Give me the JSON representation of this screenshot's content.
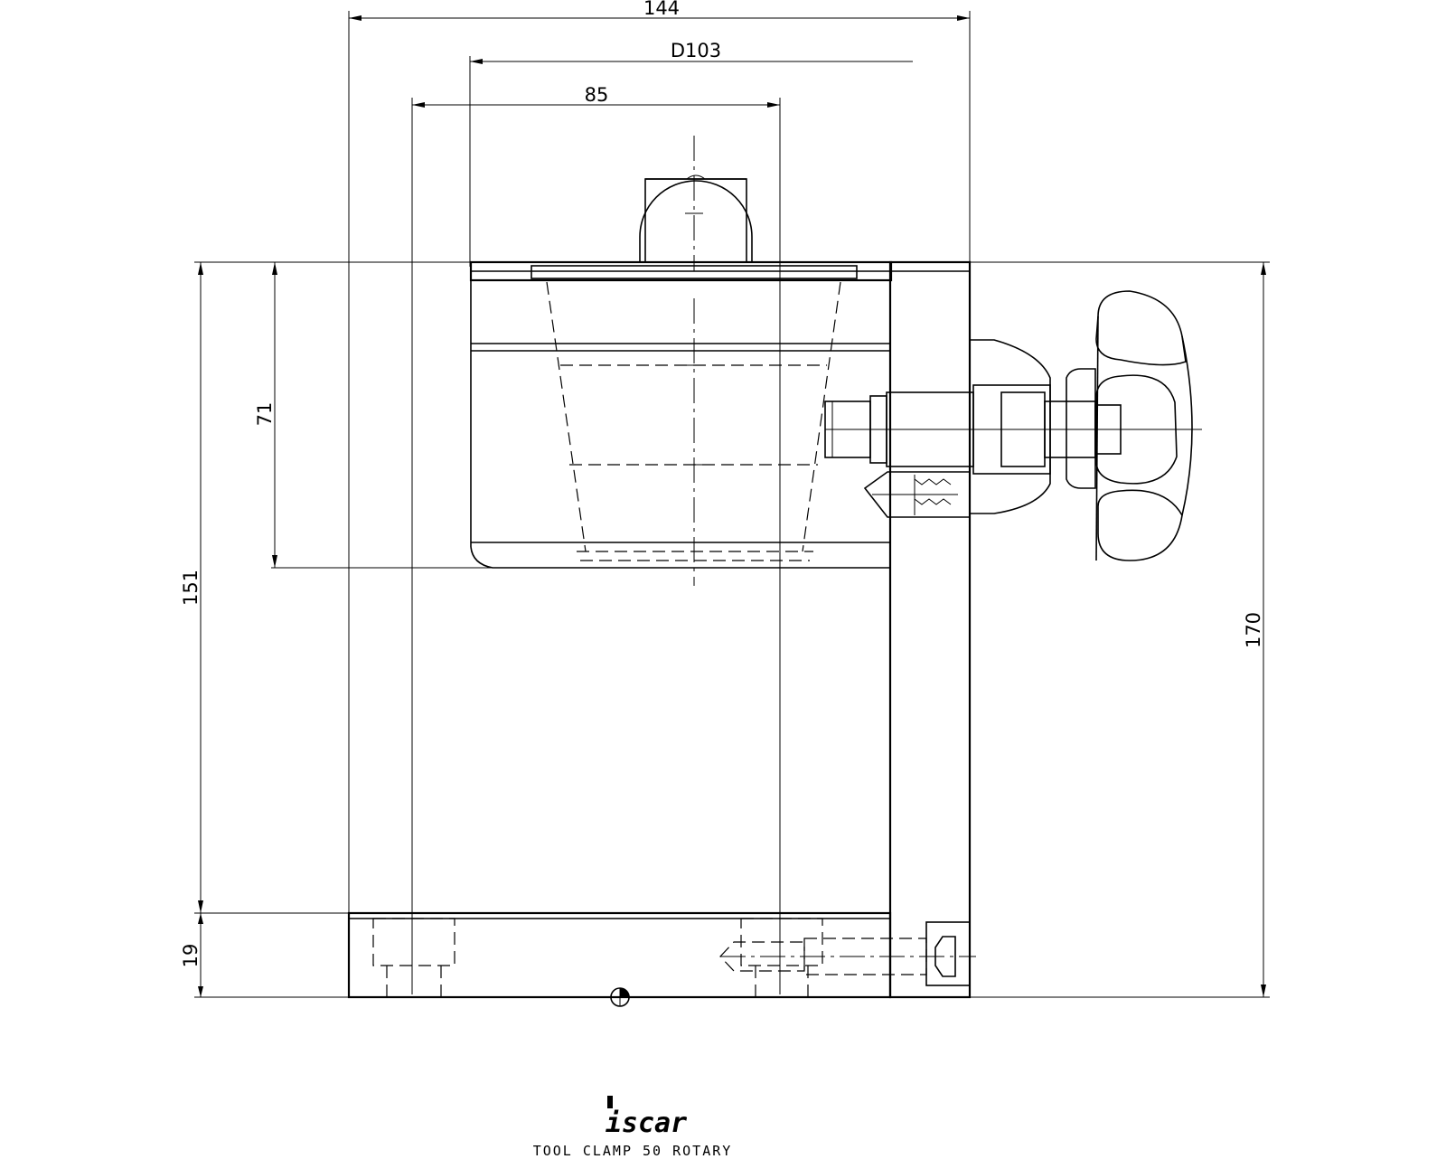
{
  "drawing": {
    "dimensions": {
      "overall_width": "144",
      "diameter": "D103",
      "inner_width": "85",
      "upper_height": "71",
      "body_height": "151",
      "base_height": "19",
      "total_height": "170"
    },
    "brand": "iscar",
    "caption": "TOOL CLAMP 50 ROTARY"
  }
}
